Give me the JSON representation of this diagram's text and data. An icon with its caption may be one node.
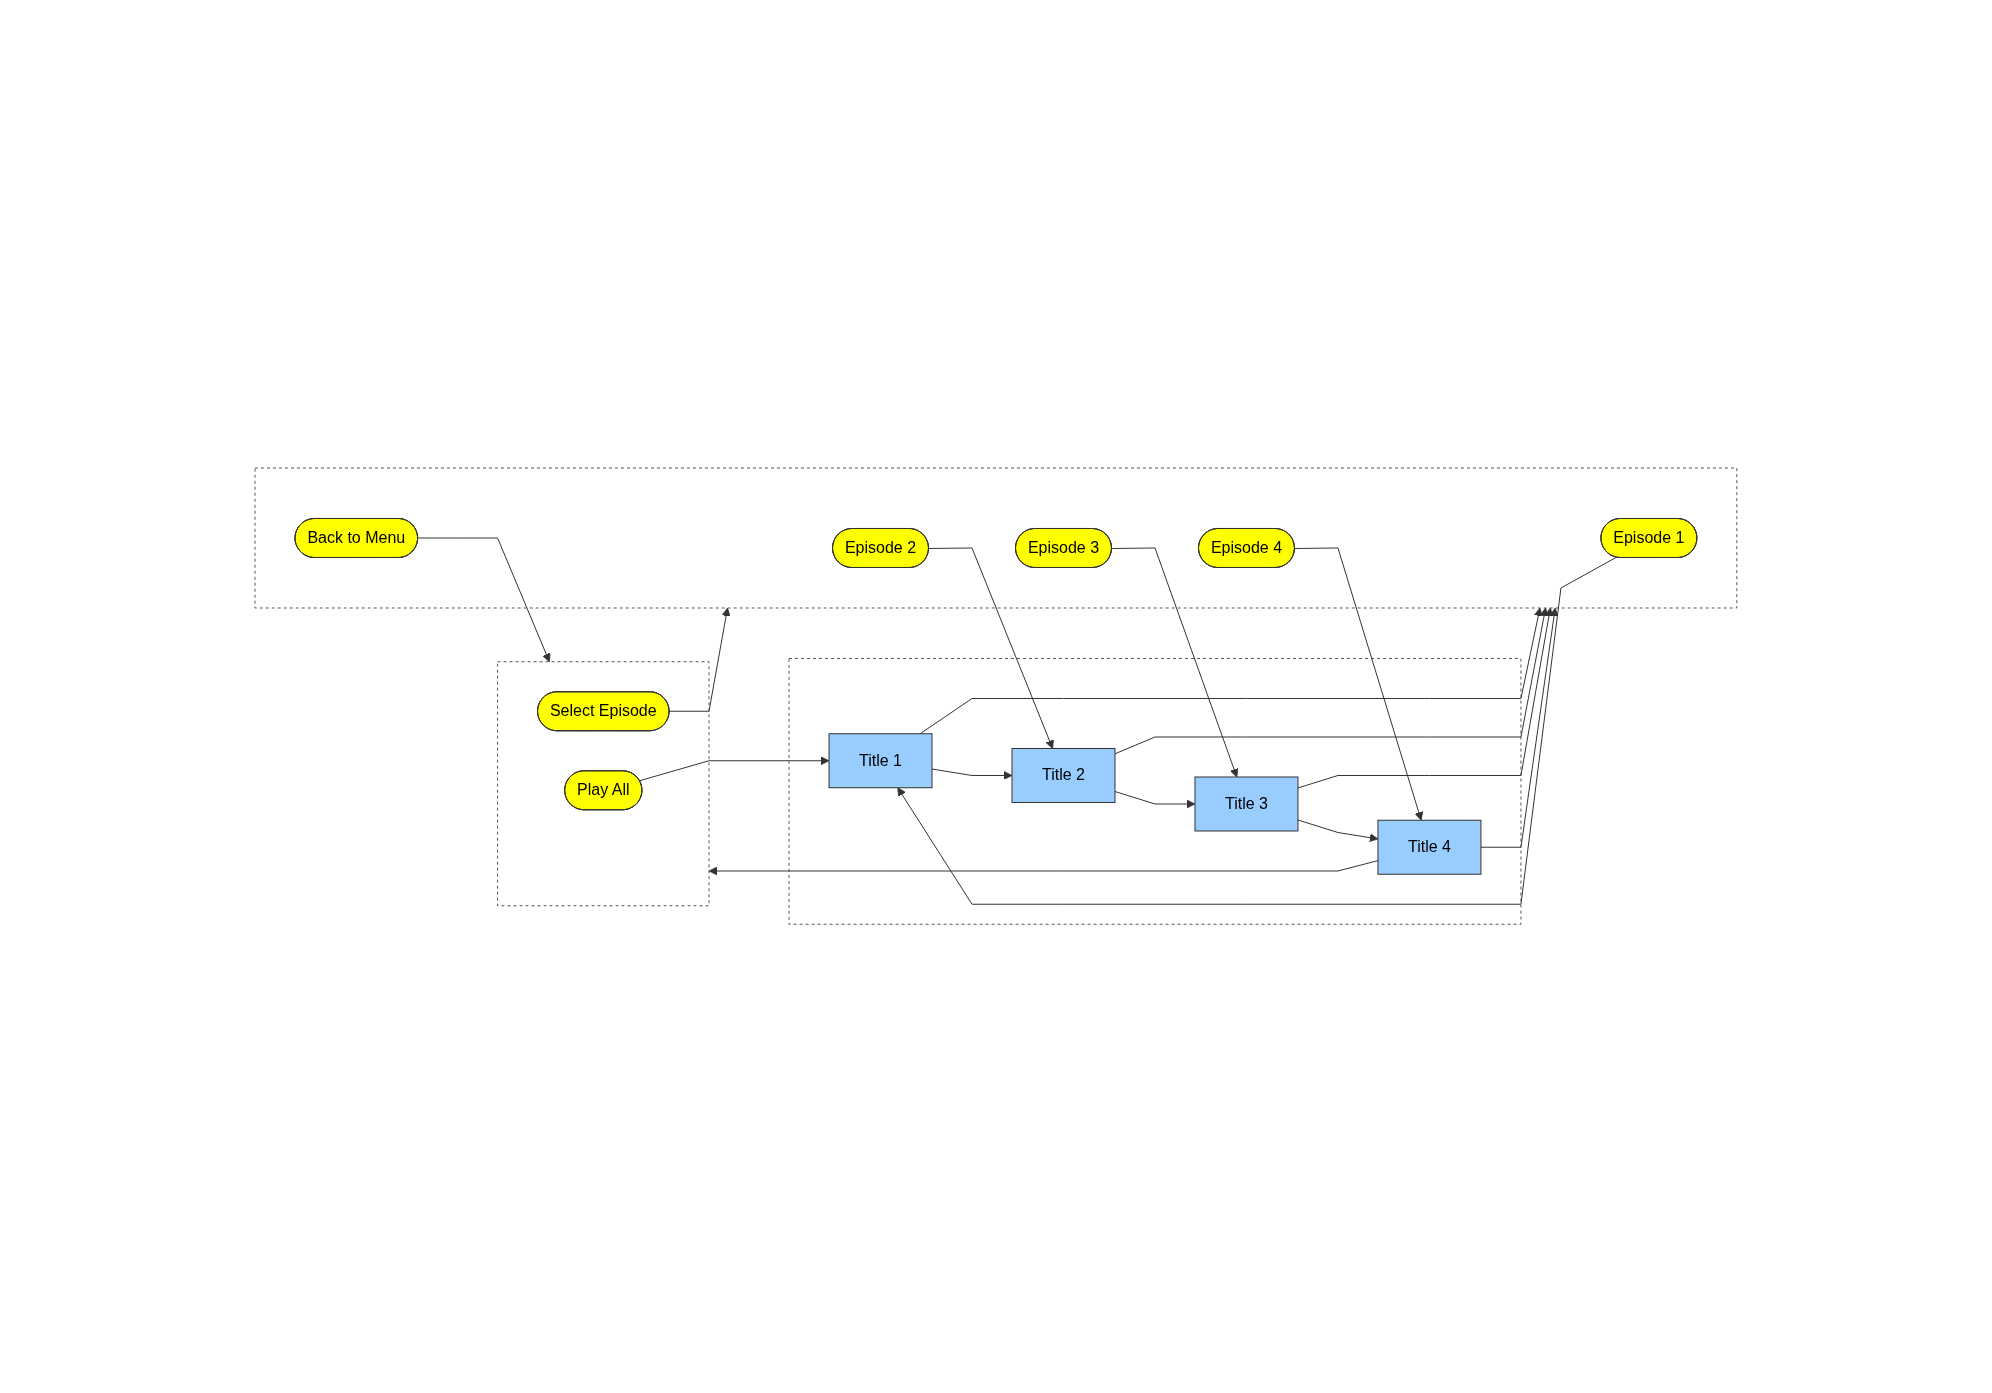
{
  "diagram": {
    "nodes": [
      {
        "text": [],
        "shape": "box"
      },
      {
        "text": [
          "Play All"
        ],
        "in": 0
      },
      {
        "text": [
          "Select Episode"
        ],
        "in": 0
      },
      {
        "text": [],
        "shape": "box"
      },
      {
        "text": [
          "Episode 1"
        ],
        "in": 3
      },
      {
        "text": [
          "Episode 2"
        ],
        "in": 3
      },
      {
        "text": [
          "Episode 3"
        ],
        "in": 3
      },
      {
        "text": [
          "Episode 4"
        ],
        "in": 3
      },
      {
        "text": [
          "Back to Menu"
        ],
        "in": 3
      },
      {
        "text": [],
        "shape": "box"
      },
      {
        "text": [
          "Title 1"
        ],
        "in": 9
      },
      {
        "text": [
          "Title 2"
        ],
        "in": 9
      },
      {
        "text": [
          "Title 3"
        ],
        "in": 9
      },
      {
        "text": [
          "Title 4"
        ],
        "in": 9
      }
    ],
    "edges": [
      {
        "from": 1,
        "to": 10,
        "arrow": "to"
      },
      {
        "from": 2,
        "to": 3,
        "arrow": "to"
      },
      {
        "from": 4,
        "to": 10,
        "arrow": "to"
      },
      {
        "from": 5,
        "to": 11,
        "arrow": "to"
      },
      {
        "from": 6,
        "to": 12,
        "arrow": "to"
      },
      {
        "from": 7,
        "to": 13,
        "arrow": "to"
      },
      {
        "from": 10,
        "to": 11,
        "arrow": "to"
      },
      {
        "from": 11,
        "to": 12,
        "arrow": "to"
      },
      {
        "from": 12,
        "to": 13,
        "arrow": "to"
      },
      {
        "from": 10,
        "to": 3,
        "arrow": "to"
      },
      {
        "from": 11,
        "to": 3,
        "arrow": "to"
      },
      {
        "from": 12,
        "to": 3,
        "arrow": "to"
      },
      {
        "from": 13,
        "to": 3,
        "arrow": "to"
      },
      {
        "from": 13,
        "to": 0,
        "arrow": "to"
      },
      {
        "from": 8,
        "to": 0,
        "arrow": "to"
      }
    ]
  }
}
